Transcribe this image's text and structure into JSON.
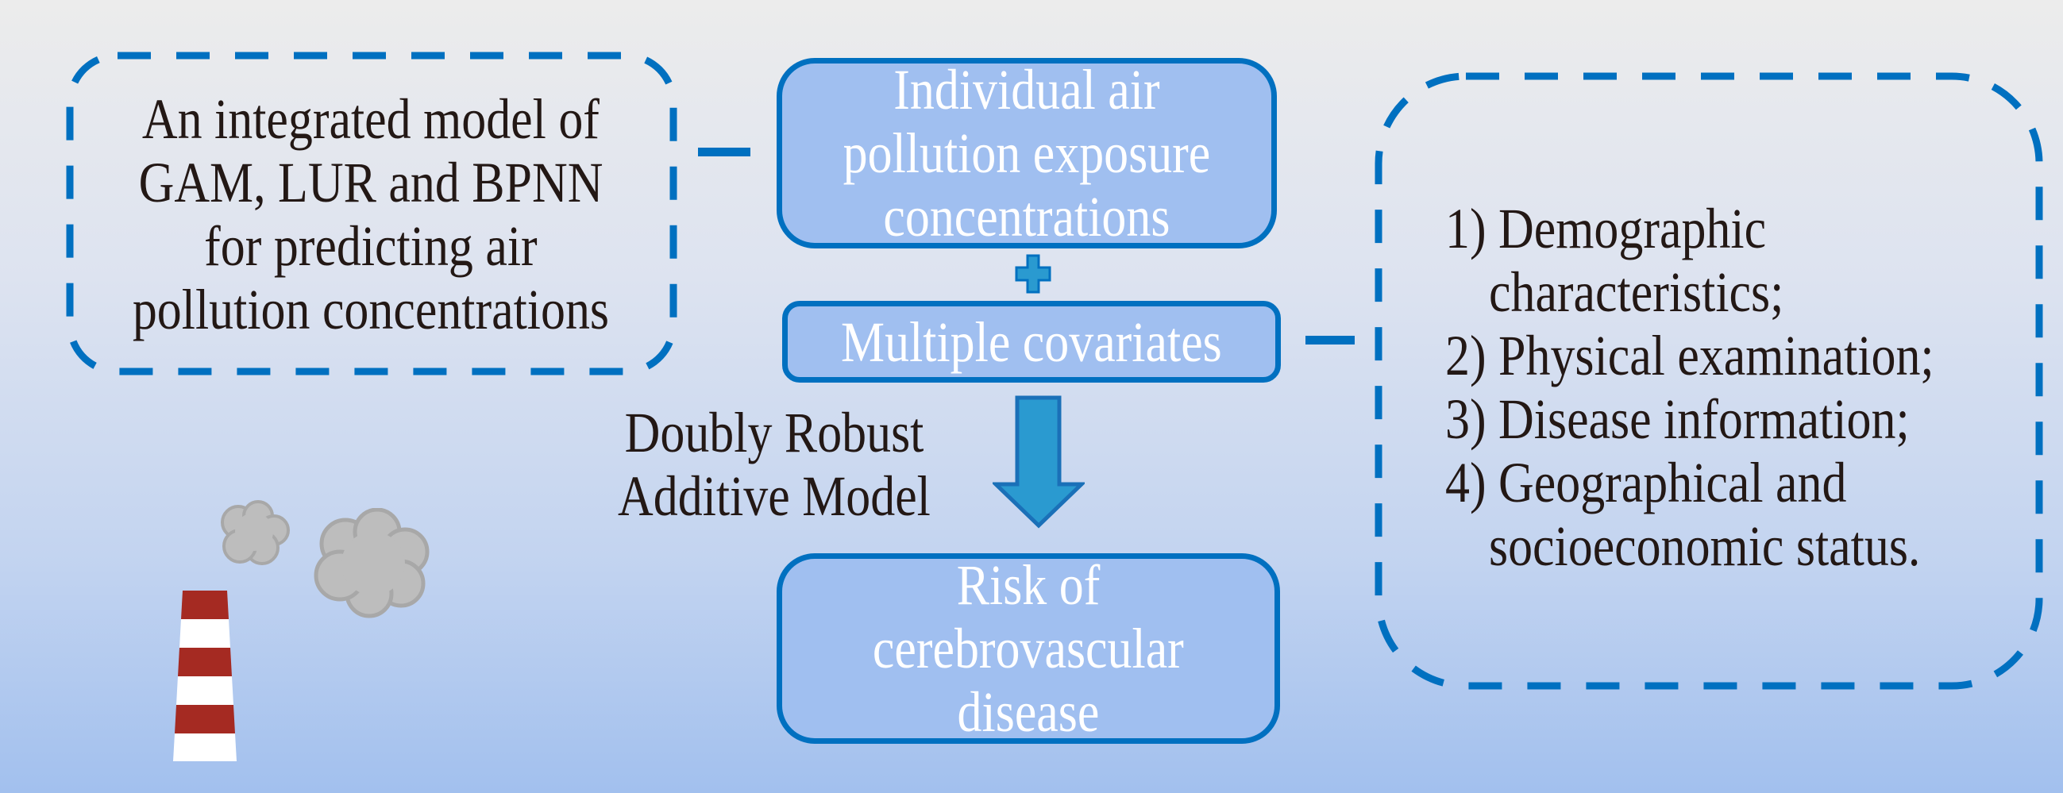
{
  "left_box": {
    "lines": [
      "An integrated model of",
      "GAM, LUR and BPNN",
      "for predicting air",
      "pollution concentrations"
    ]
  },
  "exposure_box": {
    "lines": [
      "Individual air",
      "pollution exposure",
      "concentrations"
    ]
  },
  "covariates_box": {
    "label": "Multiple covariates"
  },
  "method_label": {
    "lines": [
      "Doubly Robust",
      "Additive Model"
    ]
  },
  "outcome_box": {
    "lines": [
      "Risk of",
      "cerebrovascular",
      "disease"
    ]
  },
  "covariates_list": {
    "items": [
      "1) Demographic",
      "characteristics;",
      "2) Physical examination;",
      "3) Disease information;",
      "4) Geographical and",
      "socioeconomic status."
    ]
  },
  "colors": {
    "accent": "#0070c0",
    "box_fill": "#a0bff0",
    "arrow": "#2a9ad0",
    "chimney_red": "#a52a22",
    "smoke": "#bdbdbd"
  }
}
